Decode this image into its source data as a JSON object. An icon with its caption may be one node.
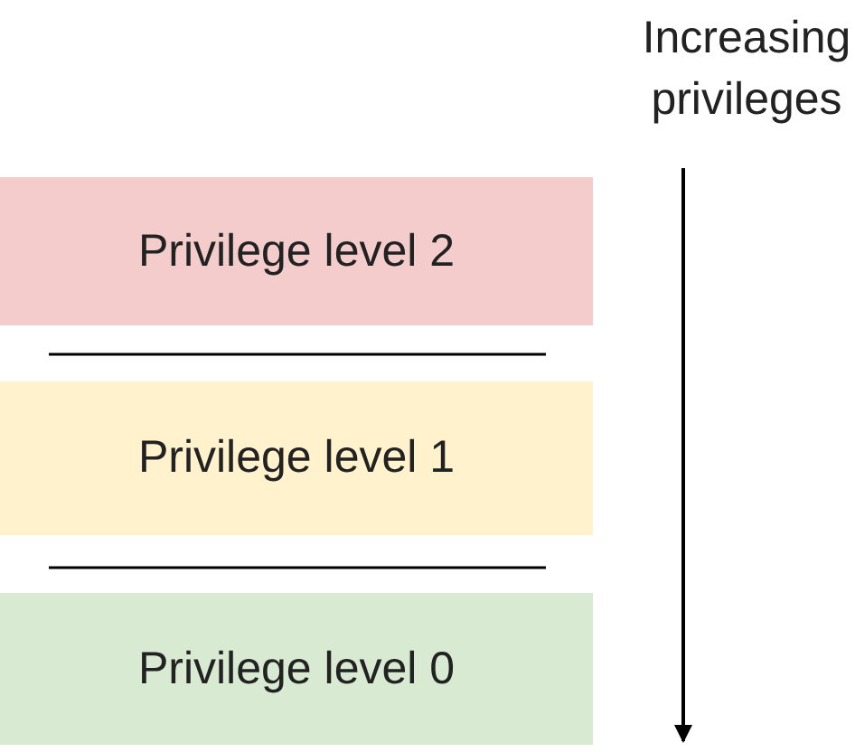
{
  "diagram": {
    "nodes": [
      {
        "text": [
          "Privilege level 2"
        ]
      },
      {
        "text": [
          "Privilege level 1"
        ]
      },
      {
        "text": [
          "Privilege level 0"
        ]
      }
    ],
    "labels": [
      "Increasing privileges"
    ]
  }
}
